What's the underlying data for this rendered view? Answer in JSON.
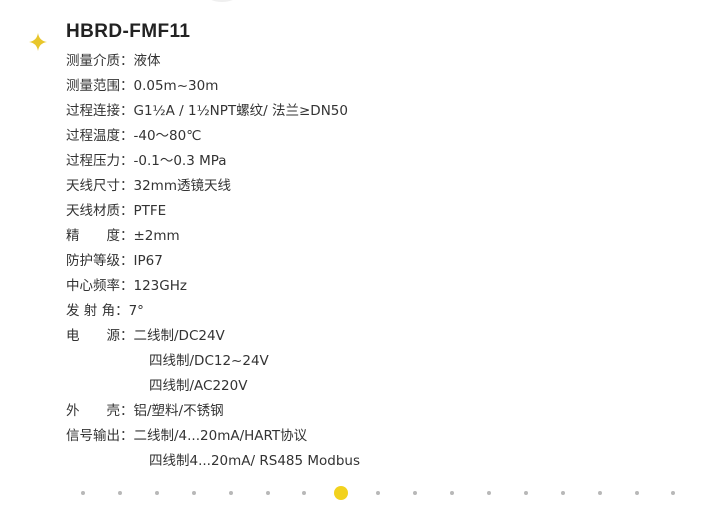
{
  "product": {
    "model": "HBRD-FMF11"
  },
  "specs": [
    {
      "label": "测量介质：",
      "value": "液体"
    },
    {
      "label": "测量范围：",
      "value": "0.05m~30m"
    },
    {
      "label": "过程连接：",
      "value": "G1½A / 1½NPT螺纹/ 法兰≥DN50"
    },
    {
      "label": "过程温度：",
      "value": "-40～80℃"
    },
    {
      "label": "过程压力：",
      "value": "-0.1～0.3 MPa"
    },
    {
      "label": "天线尺寸：",
      "value": "32mm透镜天线"
    },
    {
      "label": "天线材质：",
      "value": "PTFE"
    },
    {
      "label": "精　　度：",
      "value": "±2mm"
    },
    {
      "label": "防护等级：",
      "value": "IP67"
    },
    {
      "label": "中心频率：",
      "value": "123GHz"
    },
    {
      "label": "发 射 角：",
      "value": "7°"
    },
    {
      "label": "电　　源：",
      "value": "二线制/DC24V"
    },
    {
      "continuation": "四线制/DC12~24V"
    },
    {
      "continuation": "四线制/AC220V"
    },
    {
      "label": "外　　壳：",
      "value": "铝/塑料/不锈钢"
    },
    {
      "label": "信号输出：",
      "value": "二线制/4...20mA/HART协议"
    },
    {
      "continuation": "四线制4...20mA/ RS485 Modbus"
    }
  ],
  "carousel": {
    "total": 17,
    "active_index": 7
  },
  "colors": {
    "accent": "#f2d21e",
    "star": "#e8c62b",
    "dot": "#b8b8b8",
    "text": "#333333"
  },
  "icons": {
    "decoration": "sparkle-star-icon"
  }
}
